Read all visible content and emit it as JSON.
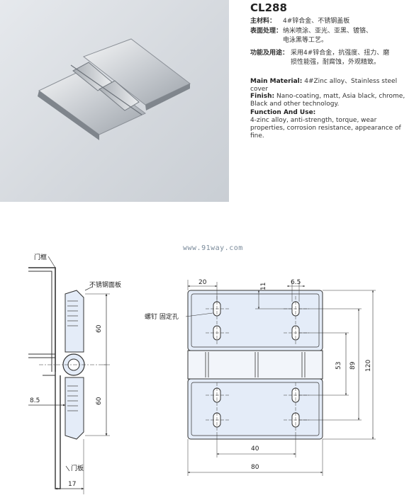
{
  "product": {
    "model": "CL288"
  },
  "spec_zh": {
    "material_label": "主材料：",
    "material_value": "4#锌合金、不锈钢盖板",
    "finish_label": "表面处理：",
    "finish_value_1": "纳米喷涂、亚光、亚黑、镀铬、",
    "finish_value_2": "电泳黑等工艺。",
    "function_label": "功能及用途：",
    "function_value_1": "采用4#锌合金，抗强度、扭力、磨",
    "function_value_2": "损性能强，耐腐蚀，外观精致。"
  },
  "spec_en": {
    "material_label": "Main Material:",
    "material_value": "4#Zinc alloy、Stainless steel cover",
    "finish_label": "Finish:",
    "finish_value": "Nano-coating, matt, Asia black, chrome, Black and other technology.",
    "function_label": "Function And Use:",
    "function_value": "4-zinc alloy, anti-strength, torque, wear properties, corrosion resistance, appearance of fine."
  },
  "watermark": "www.91way.com",
  "side_view": {
    "door_frame": "门框",
    "stainless_cover": "不锈钢面板",
    "door_panel": "门板",
    "dim_60_top": "60",
    "dim_60_bottom": "60",
    "dim_8_5": "8.5",
    "dim_17": "17"
  },
  "front_view": {
    "screw_holes": "螺钉 固定孔",
    "dim_20": "20",
    "dim_11": "11",
    "dim_6_5": "6.5",
    "dim_53": "53",
    "dim_89": "89",
    "dim_120": "120",
    "dim_40": "40",
    "dim_80": "80"
  },
  "colors": {
    "photo_bg": "#d5d9de",
    "plate_fill": "#e4ecf8",
    "line": "#333333"
  }
}
